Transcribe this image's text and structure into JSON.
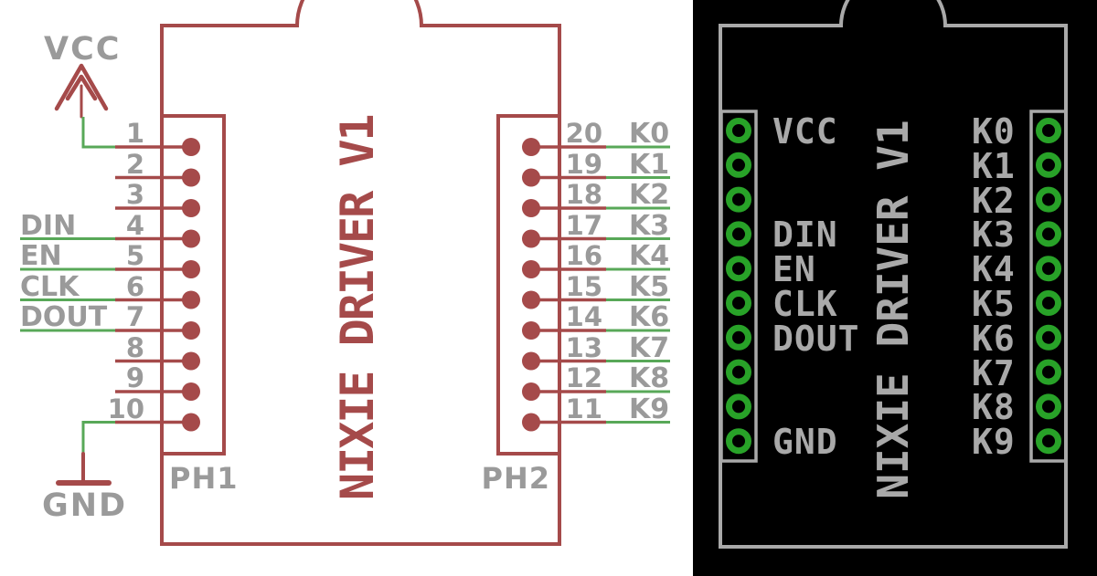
{
  "schematic": {
    "part_title": "NIXIE DRIVER V1",
    "vcc_label": "VCC",
    "gnd_label": "GND",
    "header_left_name": "PH1",
    "header_right_name": "PH2",
    "left_pins": [
      {
        "num": "1",
        "label": "",
        "net": "VCC"
      },
      {
        "num": "2",
        "label": ""
      },
      {
        "num": "3",
        "label": ""
      },
      {
        "num": "4",
        "label": "DIN"
      },
      {
        "num": "5",
        "label": "EN"
      },
      {
        "num": "6",
        "label": "CLK"
      },
      {
        "num": "7",
        "label": "DOUT"
      },
      {
        "num": "8",
        "label": ""
      },
      {
        "num": "9",
        "label": ""
      },
      {
        "num": "10",
        "label": "",
        "net": "GND"
      }
    ],
    "right_pins": [
      {
        "num": "20",
        "label": "K0"
      },
      {
        "num": "19",
        "label": "K1"
      },
      {
        "num": "18",
        "label": "K2"
      },
      {
        "num": "17",
        "label": "K3"
      },
      {
        "num": "16",
        "label": "K4"
      },
      {
        "num": "15",
        "label": "K5"
      },
      {
        "num": "14",
        "label": "K6"
      },
      {
        "num": "13",
        "label": "K7"
      },
      {
        "num": "12",
        "label": "K8"
      },
      {
        "num": "11",
        "label": "K9"
      }
    ],
    "colors": {
      "body": "#a54a4a",
      "wire": "#58a858",
      "text": "#9a9a9a",
      "background": "#ffffff"
    }
  },
  "footprint": {
    "part_title": "NIXIE DRIVER V1",
    "rows": [
      {
        "left": "VCC",
        "right": "K0"
      },
      {
        "left": "",
        "right": "K1"
      },
      {
        "left": "",
        "right": "K2"
      },
      {
        "left": "DIN",
        "right": "K3"
      },
      {
        "left": "EN",
        "right": "K4"
      },
      {
        "left": "CLK",
        "right": "K5"
      },
      {
        "left": "DOUT",
        "right": "K6"
      },
      {
        "left": "",
        "right": "K7"
      },
      {
        "left": "",
        "right": "K8"
      },
      {
        "left": "GND",
        "right": "K9"
      }
    ],
    "colors": {
      "silk": "#a9a9a9",
      "pad": "#28a228",
      "background": "#000000"
    }
  }
}
